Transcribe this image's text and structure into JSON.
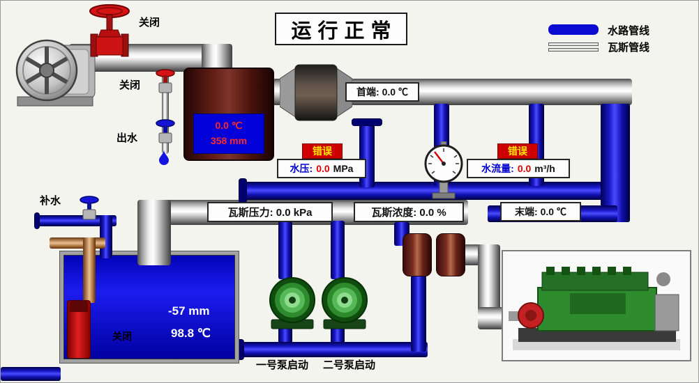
{
  "title": "运行正常",
  "legend": {
    "water_label": "水路管线",
    "gas_label": "瓦斯管线"
  },
  "valves": {
    "main_valve_label": "关闭",
    "drain_valve_label": "关闭",
    "outlet_label": "出水",
    "makeup_label": "补水",
    "tank_valve_label": "关闭"
  },
  "separator": {
    "temperature": "0.0 ℃",
    "level": "358 mm"
  },
  "readings": {
    "head_end": "首端: 0.0 ℃",
    "tail_end": "末端: 0.0 ℃",
    "water_pressure": {
      "status": "错误",
      "label": "水压:",
      "value": "0.0",
      "unit": "MPa"
    },
    "water_flow": {
      "status": "错误",
      "label": "水流量:",
      "value": "0.0",
      "unit": "m³/h"
    },
    "gas_pressure": "瓦斯压力: 0.0 kPa",
    "gas_concentration": "瓦斯浓度: 0.0 %"
  },
  "tank": {
    "level": "-57 mm",
    "temperature": "98.8 ℃"
  },
  "pumps": {
    "pump1_label": "一号泵启动",
    "pump2_label": "二号泵启动"
  }
}
